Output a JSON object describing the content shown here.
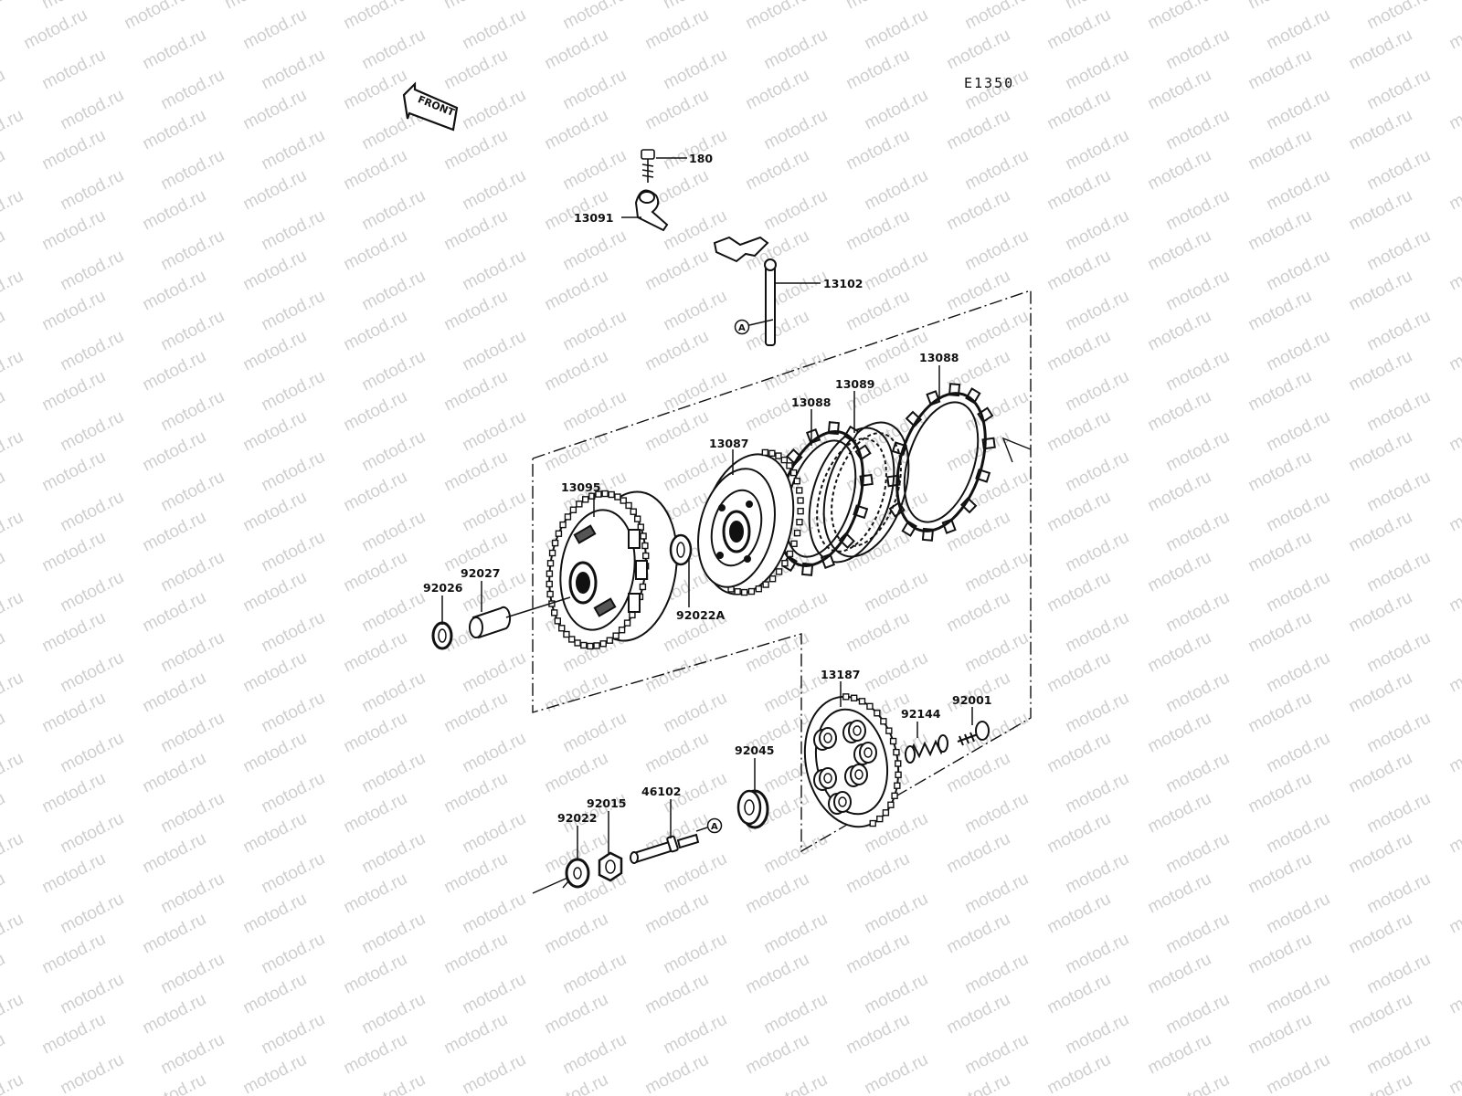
{
  "diagram": {
    "code": "E1350",
    "front_label": "FRONT",
    "watermark": "motod.ru",
    "ref_marker": "A",
    "parts": {
      "p180": "180",
      "p13091": "13091",
      "p13102": "13102",
      "p13088a": "13088",
      "p13089": "13089",
      "p13088b": "13088",
      "p13087": "13087",
      "p13095": "13095",
      "p92027": "92027",
      "p92026": "92026",
      "p92022A": "92022A",
      "p13187": "13187",
      "p92144": "92144",
      "p92001": "92001",
      "p92045": "92045",
      "p46102": "46102",
      "p92015": "92015",
      "p92022": "92022"
    }
  }
}
